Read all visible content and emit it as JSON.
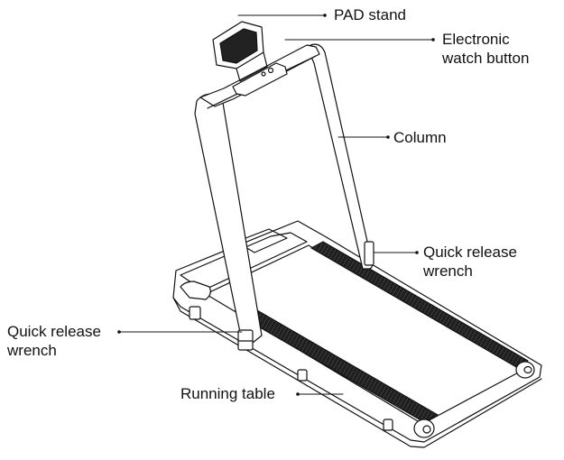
{
  "diagram": {
    "subject": "treadmill",
    "callouts": {
      "pad_stand": {
        "text": "PAD stand"
      },
      "watch_button": {
        "line1": "Electronic",
        "line2": "watch button"
      },
      "column": {
        "text": "Column"
      },
      "wrench_right": {
        "line1": "Quick release",
        "line2": "wrench"
      },
      "wrench_left": {
        "line1": "Quick release",
        "line2": "wrench"
      },
      "running_table": {
        "text": "Running table"
      }
    },
    "colors": {
      "line": "#111111",
      "belt": "#1a1a1a",
      "background": "#ffffff"
    }
  }
}
